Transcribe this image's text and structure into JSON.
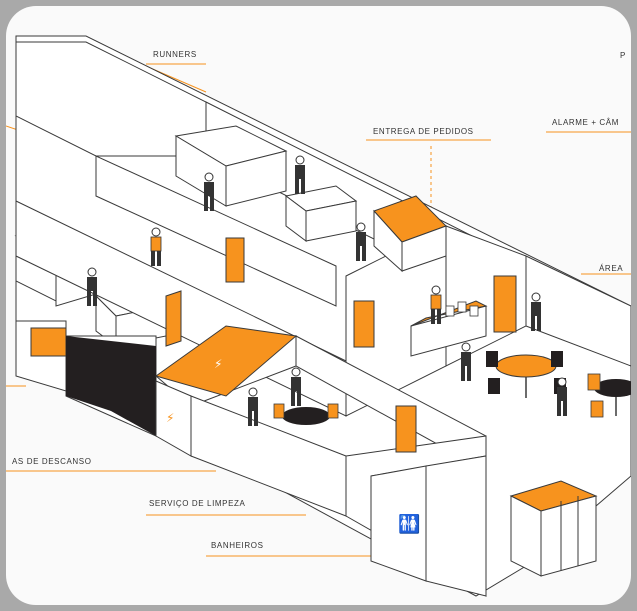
{
  "labels": {
    "runners": "RUNNERS",
    "entrega": "ENTREGA DE PEDIDOS",
    "alarme": "ALARME + CÂM",
    "p_cut": "P",
    "area_cut": "ÁREA",
    "descanso": "AS DE DESCANSO",
    "limpeza": "SERVIÇO DE LIMPEZA",
    "banheiros": "BANHEIROS"
  },
  "colors": {
    "accent": "#f7931e",
    "line": "#3a3a3a",
    "floor": "#ffffff",
    "background": "#fafafa",
    "dark_panel": "#231f20",
    "frame": "#a9a9a9"
  },
  "icons": [
    "person-figure",
    "restroom-icon",
    "electric-icon",
    "door"
  ]
}
